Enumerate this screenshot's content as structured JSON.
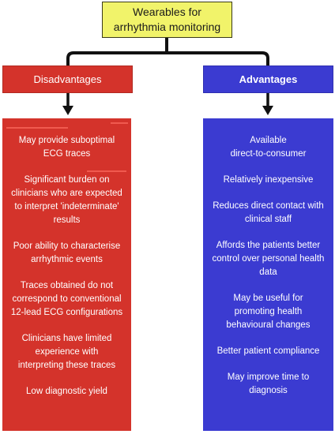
{
  "title": "Wearables for\narrhythmia monitoring",
  "disadvantages": {
    "header": "Disadvantages",
    "items": [
      "May provide suboptimal\nECG traces",
      "Significant burden on\nclinicians who are expected\nto interpret 'indeterminate'\nresults",
      "Poor ability to characterise\narrhythmic events",
      "Traces obtained do not\ncorrespond to conventional\n12-lead ECG configurations",
      "Clinicians have limited\nexperience with\ninterpreting these traces",
      "Low diagnostic yield"
    ]
  },
  "advantages": {
    "header": "Advantages",
    "items": [
      "Available\ndirect-to-consumer",
      "Relatively inexpensive",
      "Reduces direct contact with\nclinical staff",
      "Affords the patients better\ncontrol over personal health\ndata",
      "May be useful for\npromoting health\nbehavioural changes",
      "Better patient compliance",
      "May improve time to\ndiagnosis"
    ]
  },
  "colors": {
    "title_bg": "#f1f36a",
    "disadvantages": "#d4332b",
    "advantages": "#3b3bd1",
    "connector": "#111111"
  }
}
